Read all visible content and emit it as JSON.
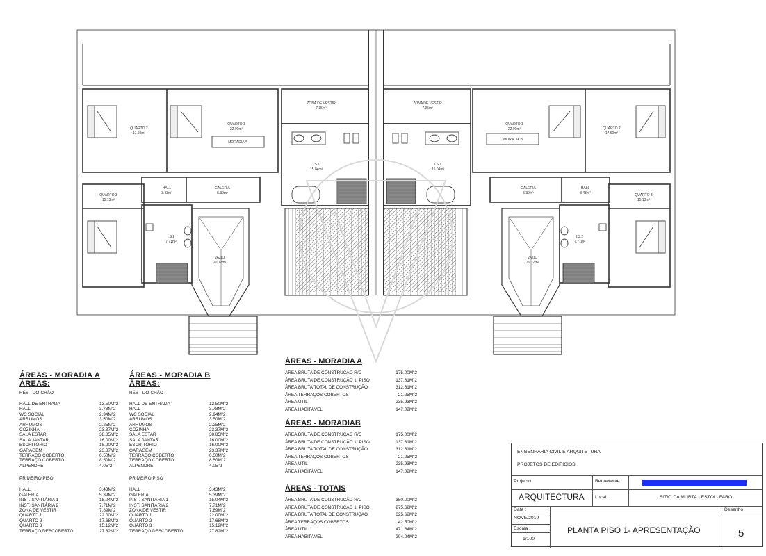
{
  "drawing": {
    "room_labels": {
      "quarto2": "QUARTO 2",
      "quarto2_area": "17.60m²",
      "quarto1": "QUARTO 1",
      "quarto1_area": "22.00m²",
      "moradia_a": "MORADIA A",
      "moradia_b": "MORADIA B",
      "zona_vestir": "ZONA DE VESTIR",
      "zona_vestir_area": "7.35m²",
      "is1": "I.S.1",
      "is1_area": "15.04m²",
      "quarto3": "QUARTO 3",
      "quarto3_area": "15.13m²",
      "hall": "HALL",
      "hall_area": "3.43m²",
      "galeria": "GALERIA",
      "galeria_area": "5.39m²",
      "is2": "I.S.2",
      "is2_area": "7.71m²",
      "vazio": "VAZIO",
      "vazio_area": "20.12m²"
    }
  },
  "areas_a": {
    "title": "ÁREAS - MORADIA  A",
    "subtitle": "ÁREAS:",
    "section1": "RÉS - DO-CHÃO",
    "rows1": [
      [
        "HALL DE ENTRADA",
        "13.50M\"2"
      ],
      [
        "HALL",
        "3.78M\"2"
      ],
      [
        "WC SOCIAL",
        "2.94M\"2"
      ],
      [
        "ARRUMOS",
        "3.50M\"2"
      ],
      [
        "ARRUMOS",
        "2.25M\"2"
      ],
      [
        "COZINHA",
        "23.37M\"2"
      ],
      [
        "SALA ESTAR",
        "38.85M\"2"
      ],
      [
        "SALA JANTAR",
        "16.00M\"2"
      ],
      [
        "ESCRITÓRIO",
        "18.20M\"2"
      ],
      [
        "GARAGEM",
        "23.37M\"2"
      ],
      [
        "TERRAÇO COBERTO",
        "6.50M\"2"
      ],
      [
        "TERRAÇO COBERTO",
        "8.50M\"2"
      ],
      [
        "ALPENDRE",
        "4.05\"2"
      ]
    ],
    "section2": "PRIMEIRO PISO",
    "rows2": [
      [
        "HALL",
        "3.43M\"2"
      ],
      [
        "GALERIA",
        "5.39M\"2"
      ],
      [
        "INST. SANITÁRIA 1",
        "15.04M\"2"
      ],
      [
        "INST. SANITÁRIA 2",
        "7.71M\"2"
      ],
      [
        "ZONA DE VESTIR",
        "7.89M\"2"
      ],
      [
        "QUARTO  1",
        "22.00M\"2"
      ],
      [
        "QUARTO  2",
        "17.68M\"2"
      ],
      [
        "QUARTO  3",
        "15.12M\"2"
      ],
      [
        "TERRAÇO DESCOBERTO",
        "27.82M\"2"
      ]
    ]
  },
  "areas_b": {
    "title": "ÁREAS - MORADIA  B",
    "subtitle": "ÁREAS:",
    "section1": "RÉS - DO-CHÃO",
    "rows1": [
      [
        "HALL DE ENTRADA",
        "13.50M\"2"
      ],
      [
        "HALL",
        "3.78M\"2"
      ],
      [
        "WC SOCIAL",
        "2.94M\"2"
      ],
      [
        "ARRUMOS",
        "3.50M\"2"
      ],
      [
        "ARRUMOS",
        "2.25M\"2"
      ],
      [
        "COZINHA",
        "23.37M\"2"
      ],
      [
        "SALA ESTAR",
        "38.85M\"2"
      ],
      [
        "SALA JANTAR",
        "16.00M\"2"
      ],
      [
        "ESCRITÓRIO",
        "16.00M\"2"
      ],
      [
        "GARAGEM",
        "23.37M\"2"
      ],
      [
        "TERRAÇO COBERTO",
        "6.50M\"2"
      ],
      [
        "TERRAÇO COBERTO",
        "8.50M\"2"
      ],
      [
        "ALPENDRE",
        "4.05\"2"
      ]
    ],
    "section2": "PRIMEIRO PISO",
    "rows2": [
      [
        "HALL",
        "3.43M\"2"
      ],
      [
        "GALERIA",
        "5.39M\"2"
      ],
      [
        "INST. SANITÁRIA 1",
        "15.04M\"2"
      ],
      [
        "INST. SANITÁRIA 2",
        "7.71M\"2"
      ],
      [
        "ZONA DE VESTIR",
        "7.89M\"2"
      ],
      [
        "QUARTO  1",
        "22.00M\"2"
      ],
      [
        "QUARTO  2",
        "17.68M\"2"
      ],
      [
        "QUARTO  3",
        "15.12M\"2"
      ],
      [
        "TERRAÇO DESCOBERTO",
        "27.82M\"2"
      ]
    ]
  },
  "totals_a": {
    "title": "ÁREAS - MORADIA  A",
    "rows": [
      [
        "ÁREA BRUTA DE CONSTRUÇÃO R/C",
        "175.00M\"2"
      ],
      [
        "ÁREA BRUTA DE CONSTRUÇÃO 1. PISO",
        "137.81M\"2"
      ],
      [
        "ÁREA BRUTA TOTAL DE CONSTRUÇÃO",
        "312.81M\"2"
      ],
      [
        "ÁREA TERRAÇOS COBERTOS",
        "21.25M\"2"
      ],
      [
        "ÁREA ÚTIL",
        "235.93M\"2"
      ],
      [
        "ÁREA HABITÁVEL",
        "147.02M\"2"
      ]
    ]
  },
  "totals_b": {
    "title": "ÁREAS - MORADIAB",
    "rows": [
      [
        "ÁREA BRUTA DE CONSTRUÇÃO R/C",
        "175.00M\"2"
      ],
      [
        "ÁREA BRUTA DE CONSTRUÇÃO 1. PISO",
        "137.81M\"2"
      ],
      [
        "ÁREA BRUTA TOTAL DE CONSTRUÇÃO",
        "312.81M\"2"
      ],
      [
        "ÁREA TERRAÇOS COBERTOS",
        "21.25M\"2"
      ],
      [
        "ÁREA ÚTIL",
        "235.93M\"2"
      ],
      [
        "ÁREA HABITÁVEL",
        "147.02M\"2"
      ]
    ]
  },
  "totals_all": {
    "title": "ÁREAS - TOTAIS",
    "rows": [
      [
        "ÁREA BRUTA DE CONSTRUÇÃO R/C",
        "350.00M\"2"
      ],
      [
        "ÁREA BRUTA DE CONSTRUÇÃO 1. PISO",
        "275.62M\"2"
      ],
      [
        "ÁREA BRUTA TOTAL DE CONSTRUÇÃO",
        "625.62M\"2"
      ],
      [
        "ÁREA TERRAÇOS COBERTOS",
        "42.50M\"2"
      ],
      [
        "ÁREA ÚTIL",
        "471.84M\"2"
      ],
      [
        "ÁREA HABITÁVEL",
        "294.04M\"2"
      ]
    ]
  },
  "title_block": {
    "company": "ENGENHARIA CIVIL E ARQUITETURA",
    "company_sub": "PROJETOS  DE  EDIFICIOS",
    "project_label": "Projecto",
    "project_value": "ARQUITECTURA",
    "requester_label": "Requerente",
    "local_label": "Local :",
    "local_value": "SITIO DA MURTA - ESTOI - FARO",
    "date_label": "Data :",
    "date_value": "NOVE/2019",
    "scale_label": "Escala :",
    "scale_value": "1/100",
    "drawing_label": "Desenho",
    "drawing_title": "PLANTA PISO 1- APRESENTAÇÃO",
    "drawing_number": "5"
  },
  "colors": {
    "line": "#333333",
    "redaction": "#1a2fff",
    "watermark": "#d8d8d8"
  }
}
